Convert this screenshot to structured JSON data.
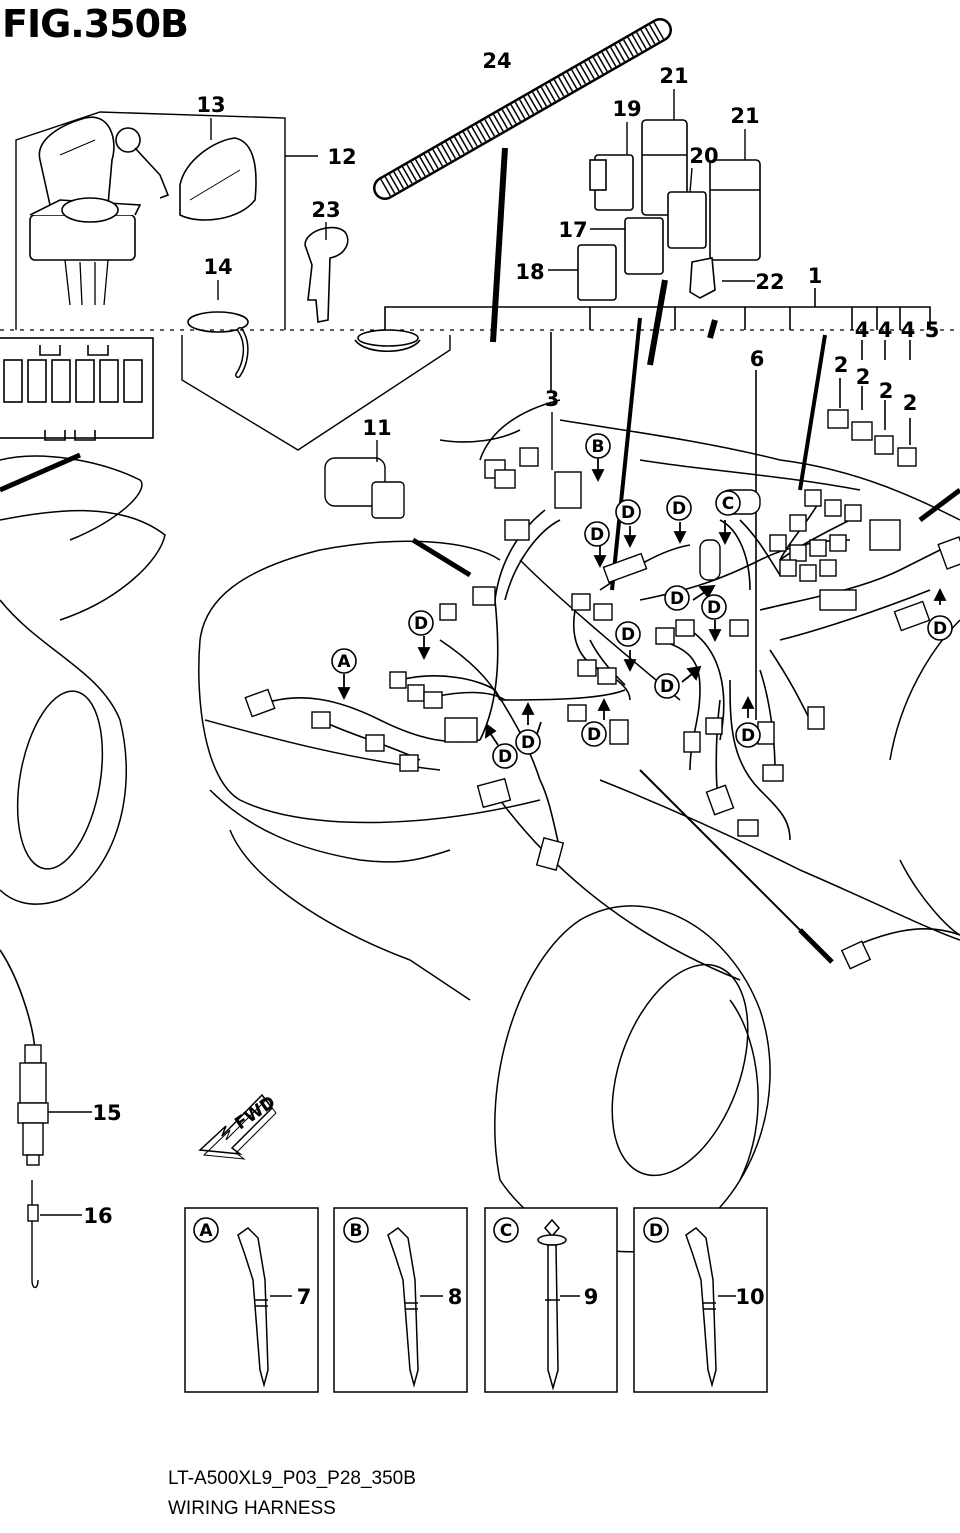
{
  "figure": {
    "title": "FIG.350B",
    "code": "LT-A500XL9_P03_P28_350B",
    "name": "WIRING HARNESS"
  },
  "callouts": [
    "24",
    "21",
    "19",
    "21",
    "20",
    "17",
    "18",
    "22",
    "1",
    "13",
    "12",
    "23",
    "14",
    "11",
    "3",
    "6",
    "2",
    "2",
    "2",
    "2",
    "4",
    "4",
    "4",
    "5",
    "15",
    "16",
    "7",
    "8",
    "9",
    "10"
  ],
  "ref_letters": {
    "A": "A",
    "B": "B",
    "C": "C",
    "D": "D"
  },
  "detail_boxes": [
    {
      "letter": "A",
      "part": "7"
    },
    {
      "letter": "B",
      "part": "8"
    },
    {
      "letter": "C",
      "part": "9"
    },
    {
      "letter": "D",
      "part": "10"
    }
  ],
  "fwd_label": "FWD",
  "colors": {
    "line": "#000000",
    "background": "#ffffff"
  }
}
